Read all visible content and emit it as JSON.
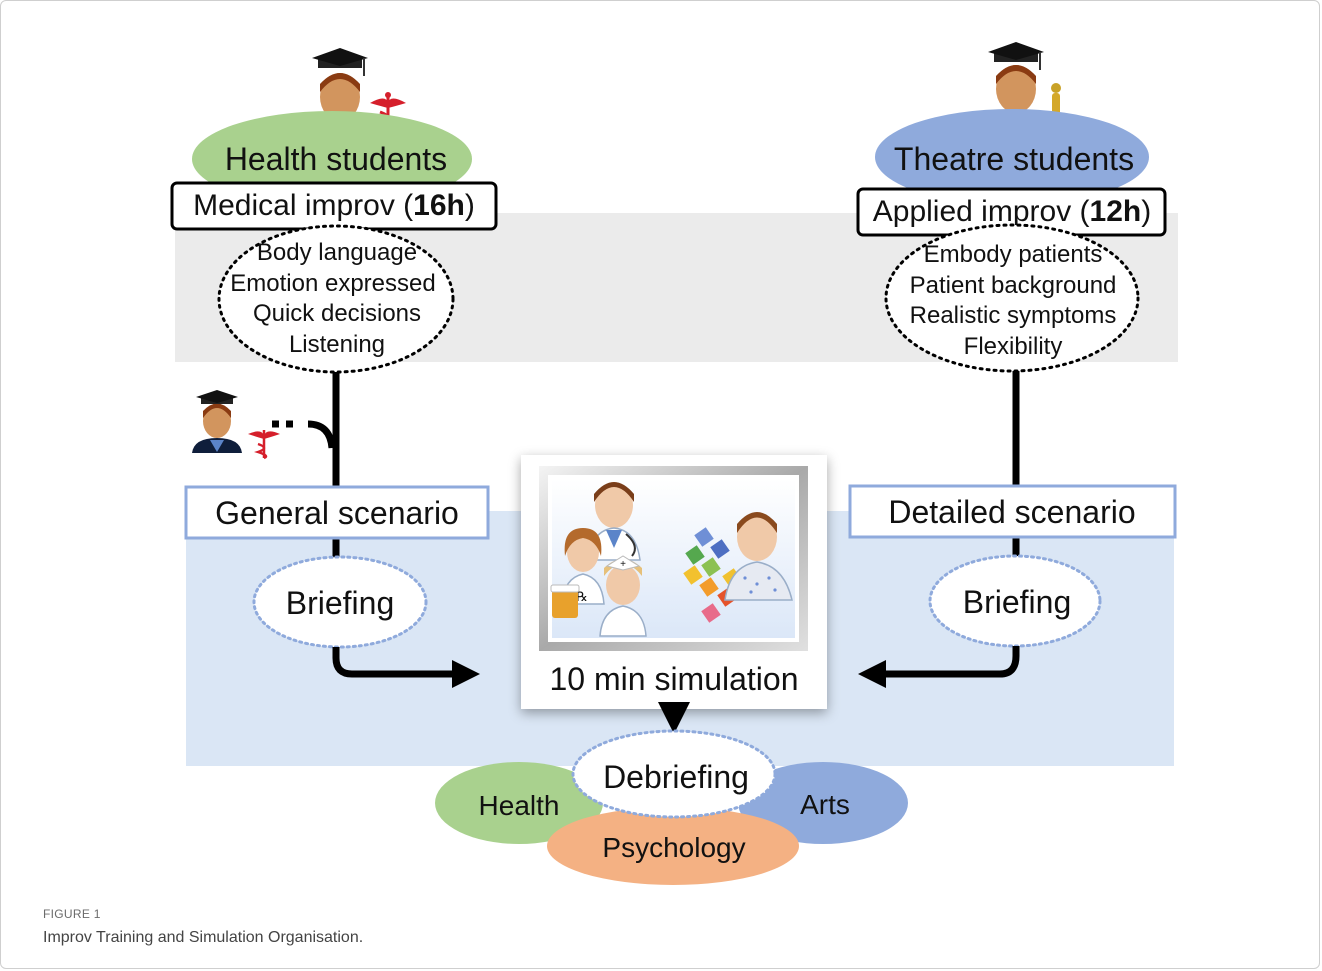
{
  "left_group": {
    "title": "Health students",
    "training_label": "Medical improv (",
    "training_hours": "16h",
    "training_close": ")",
    "skills": [
      "Body language",
      "Emotion expressed",
      "Quick decisions",
      "Listening"
    ],
    "scenario": "General scenario",
    "briefing": "Briefing"
  },
  "right_group": {
    "title": "Theatre students",
    "training_label": "Applied improv (",
    "training_hours": "12h",
    "training_close": ")",
    "skills": [
      "Embody patients",
      "Patient background",
      "Realistic symptoms",
      "Flexibility"
    ],
    "scenario": "Detailed scenario",
    "briefing": "Briefing"
  },
  "simulation": {
    "label": "10 min simulation"
  },
  "debriefing": {
    "label": "Debriefing",
    "disciplines": [
      "Health",
      "Arts",
      "Psychology"
    ]
  },
  "colors": {
    "health_green": "#a9d18e",
    "theatre_blue": "#8faadc",
    "psychology_orange": "#f4b183",
    "band_gray": "#ebebeb",
    "band_blue": "#dae6f5",
    "box_border_blue": "#8faadc"
  },
  "caption": {
    "label": "FIGURE 1",
    "text": "Improv Training and Simulation Organisation."
  }
}
